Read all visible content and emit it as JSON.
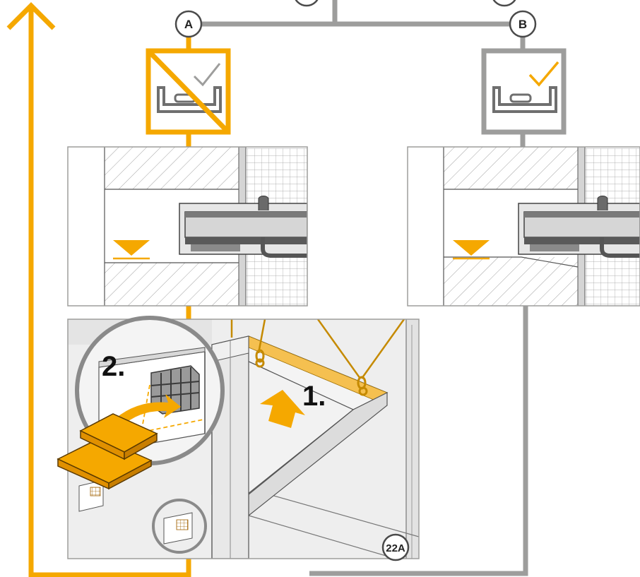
{
  "branches": {
    "a": {
      "label": "A",
      "status": "rejected"
    },
    "b": {
      "label": "B",
      "status": "approved"
    }
  },
  "steps": {
    "step1": {
      "label": "1."
    },
    "step2": {
      "label": "2."
    }
  },
  "figure_id": "22A",
  "colors": {
    "accent": "#f5a800",
    "gray_line": "#9d9d9c",
    "dark_line": "#4a4a4a",
    "panel_bg": "#eeeeee",
    "wall_bg": "#e8e8e8"
  },
  "icons": {
    "level": "spirit-level-icon",
    "check": "checkmark-icon",
    "arrow_up": "arrow-up-icon",
    "curved_arrow": "curved-arrow-icon",
    "level_marker": "level-marker-icon"
  }
}
